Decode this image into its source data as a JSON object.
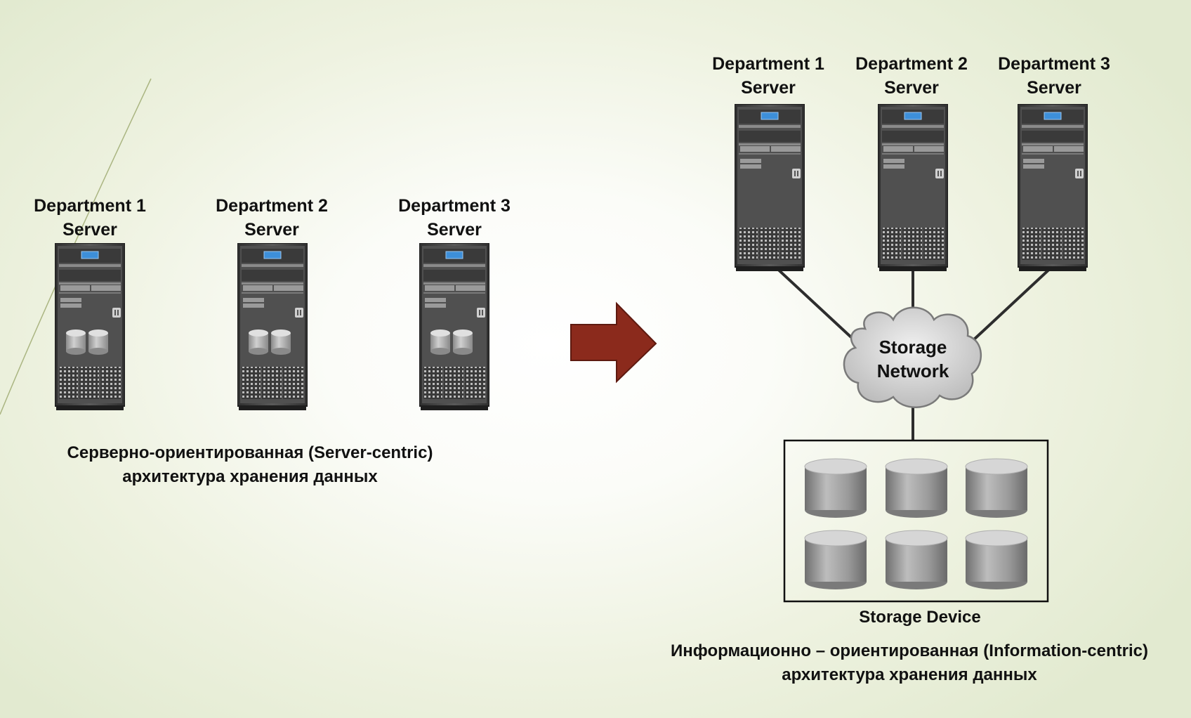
{
  "server_centric": {
    "servers": [
      {
        "line1": "Department 1",
        "line2": "Server"
      },
      {
        "line1": "Department 2",
        "line2": "Server"
      },
      {
        "line1": "Department 3",
        "line2": "Server"
      }
    ],
    "caption_line1": "Серверно-ориентированная (Server-centric)",
    "caption_line2": "архитектура хранения данных"
  },
  "information_centric": {
    "servers": [
      {
        "line1": "Department 1",
        "line2": "Server"
      },
      {
        "line1": "Department 2",
        "line2": "Server"
      },
      {
        "line1": "Department 3",
        "line2": "Server"
      }
    ],
    "network_line1": "Storage",
    "network_line2": "Network",
    "storage_label": "Storage Device",
    "caption_line1": "Информационно – ориентированная (Information-centric)",
    "caption_line2": "архитектура хранения данных"
  },
  "colors": {
    "arrow": "#8b2a1c",
    "server_body": "#4a4a4a",
    "disk": "#9a9a9a",
    "cloud": "#d8d8d8"
  }
}
